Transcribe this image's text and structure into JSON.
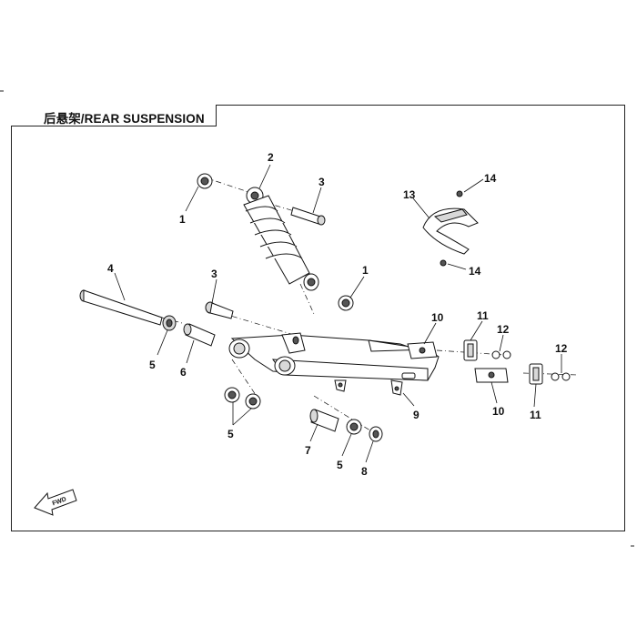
{
  "title": "后悬架/REAR SUSPENSION",
  "direction_marker": "FWD",
  "callouts": [
    "1",
    "2",
    "3",
    "14",
    "13",
    "14",
    "4",
    "3",
    "1",
    "10",
    "11",
    "12",
    "12",
    "5",
    "6",
    "9",
    "10",
    "11",
    "5",
    "7",
    "5",
    "8"
  ]
}
